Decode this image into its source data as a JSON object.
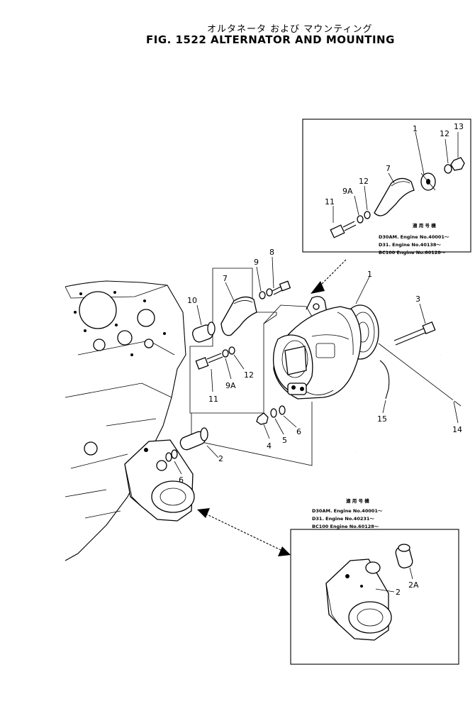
{
  "header": {
    "title_jp": "オルタネータ および マウンティング",
    "title_en": "FIG. 1522  ALTERNATOR AND MOUNTING"
  },
  "inset_top": {
    "labels": [
      "13",
      "12",
      "1",
      "7",
      "12",
      "9A",
      "11"
    ],
    "note": {
      "heading": "適 用 号 機",
      "lines": [
        "D30AM. Engine No.40001～",
        "D31.    Engine No.40138～",
        "BC100  Engine No.60128～"
      ]
    }
  },
  "main": {
    "labels": [
      "9",
      "8",
      "7",
      "10",
      "1",
      "3",
      "11",
      "9A",
      "12",
      "4",
      "5",
      "6",
      "15",
      "14",
      "2",
      "6"
    ]
  },
  "inset_bottom": {
    "labels": [
      "2A",
      "2"
    ],
    "note": {
      "heading": "適 用 号 機",
      "lines": [
        "D30AM. Engine No.40001～",
        "D31.    Engine No.40231～",
        "BC100  Engine No.60128～"
      ]
    }
  }
}
